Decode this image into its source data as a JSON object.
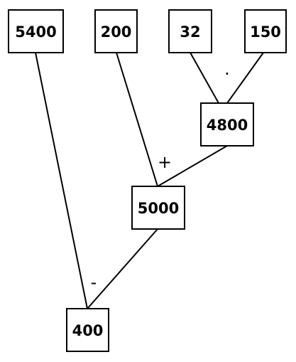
{
  "nodes": {
    "n5400": "5400",
    "n200": "200",
    "n32": "32",
    "n150": "150",
    "n4800": "4800",
    "n5000": "5000",
    "n400": "400"
  },
  "operators": {
    "multiply": "·",
    "add": "+",
    "subtract": "-"
  }
}
